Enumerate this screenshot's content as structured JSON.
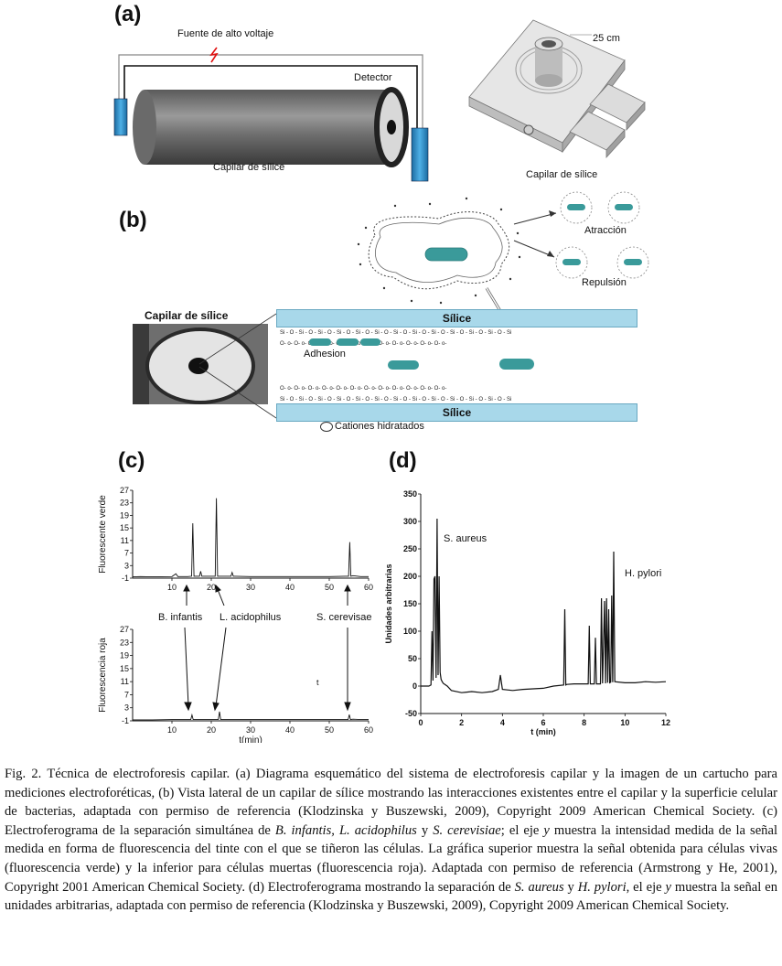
{
  "panels": {
    "a": {
      "label": "(a)",
      "hv_source": "Fuente de alto voltaje",
      "detector": "Detector",
      "capillary": "Capilar de sílice",
      "length": "25 cm",
      "cartridge_capillary": "Capilar de sílice"
    },
    "b": {
      "label": "(b)",
      "attraction": "Atracción",
      "repulsion": "Repulsión",
      "capillary_title": "Capilar de sílice",
      "silica_top": "Sílice",
      "silica_bottom": "Sílice",
      "adhesion": "Adhesion",
      "hydrated_cations": "Cationes hidratados"
    },
    "c": {
      "label": "(c)",
      "annotations": [
        "B. infantis",
        "L. acidophilus",
        "S. cerevisae"
      ],
      "stray_mark": "t"
    },
    "d": {
      "label": "(d)",
      "annotations": [
        "S. aureus",
        "H. pylori"
      ]
    }
  },
  "chart_data": [
    {
      "type": "line",
      "title": "",
      "xlabel": "",
      "ylabel": "Fluorescente verde",
      "xlim": [
        0,
        60
      ],
      "ylim": [
        -1,
        27
      ],
      "xticks": [
        10,
        20,
        30,
        40,
        50,
        60
      ],
      "yticks": [
        -1,
        3,
        7,
        11,
        15,
        19,
        23,
        27
      ],
      "series": [
        {
          "x": [
            0,
            2,
            5,
            10,
            11,
            11.5,
            12,
            14,
            15,
            15.3,
            15.6,
            16,
            17,
            17.3,
            17.6,
            19,
            21,
            21.3,
            21.6,
            22,
            24,
            25,
            25.3,
            25.6,
            26,
            30,
            35,
            40,
            45,
            50,
            54,
            54.9,
            55.2,
            55.5,
            56,
            58,
            60
          ],
          "y": [
            -0.6,
            -0.5,
            -0.6,
            -0.5,
            0.4,
            -0.5,
            -0.5,
            -0.5,
            -0.4,
            16.5,
            -0.4,
            -0.4,
            -0.4,
            1.2,
            -0.4,
            -0.4,
            -0.4,
            24.5,
            -0.4,
            -0.4,
            -0.4,
            -0.4,
            0.8,
            -0.4,
            -0.4,
            -0.5,
            -0.5,
            -0.5,
            -0.5,
            -0.5,
            -0.4,
            -0.4,
            10.5,
            -0.4,
            -0.2,
            -0.5,
            -0.5
          ]
        }
      ]
    },
    {
      "type": "line",
      "title": "",
      "xlabel": "t(min)",
      "ylabel": "Fluorescencia roja",
      "xlim": [
        0,
        60
      ],
      "ylim": [
        -1,
        27
      ],
      "xticks": [
        10,
        20,
        30,
        40,
        50,
        60
      ],
      "yticks": [
        -1,
        3,
        7,
        11,
        15,
        19,
        23,
        27
      ],
      "series": [
        {
          "x": [
            0,
            5,
            10,
            14.5,
            14.8,
            15.1,
            15.4,
            18,
            21.5,
            21.8,
            22.1,
            22.4,
            25,
            30,
            35,
            40,
            45,
            50,
            54,
            54.8,
            55.1,
            55.4,
            56,
            58,
            60
          ],
          "y": [
            -0.7,
            -0.7,
            -0.6,
            -0.6,
            -0.6,
            0.8,
            -0.6,
            -0.6,
            -0.6,
            -0.6,
            1.8,
            -0.6,
            -0.6,
            -0.6,
            -0.6,
            -0.6,
            -0.6,
            -0.6,
            -0.6,
            -0.6,
            0.9,
            -0.6,
            -0.5,
            -0.6,
            -0.6
          ]
        }
      ]
    },
    {
      "type": "line",
      "title": "",
      "xlabel": "t (min)",
      "ylabel": "Unidades arbitrarias",
      "xlim": [
        0,
        12
      ],
      "ylim": [
        -50,
        350
      ],
      "xticks": [
        0,
        2,
        4,
        6,
        8,
        10,
        12
      ],
      "yticks": [
        -50,
        0,
        50,
        100,
        150,
        200,
        250,
        300,
        350
      ],
      "series": [
        {
          "x": [
            0,
            0.4,
            0.5,
            0.55,
            0.6,
            0.65,
            0.7,
            0.75,
            0.8,
            0.85,
            0.9,
            0.95,
            1.0,
            1.05,
            1.1,
            1.3,
            1.5,
            2.0,
            2.5,
            3.0,
            3.5,
            3.8,
            3.9,
            4.0,
            4.5,
            5.0,
            5.5,
            6.0,
            6.5,
            7.0,
            7.05,
            7.1,
            7.15,
            7.5,
            8.0,
            8.2,
            8.25,
            8.3,
            8.5,
            8.55,
            8.6,
            8.8,
            8.85,
            8.9,
            9.0,
            9.05,
            9.1,
            9.15,
            9.2,
            9.25,
            9.3,
            9.35,
            9.4,
            9.45,
            9.5,
            10,
            10.5,
            11,
            11.5,
            12
          ],
          "y": [
            0,
            0,
            2,
            100,
            10,
            195,
            200,
            15,
            305,
            20,
            200,
            25,
            12,
            8,
            5,
            0,
            -8,
            -12,
            -10,
            -12,
            -10,
            -6,
            20,
            -6,
            -8,
            -6,
            -5,
            -4,
            0,
            2,
            140,
            2,
            3,
            4,
            4,
            4,
            110,
            4,
            4,
            88,
            4,
            4,
            160,
            5,
            155,
            5,
            160,
            6,
            140,
            6,
            7,
            165,
            7,
            245,
            8,
            6,
            6,
            8,
            7,
            8
          ]
        }
      ]
    }
  ],
  "caption": {
    "p1": "Fig. 2. Técnica de electroforesis capilar. (a) Diagrama esquemático del sistema de electroforesis capilar y la imagen de un cartucho para mediciones electroforéticas, (b) Vista lateral de un capilar de sílice mostrando las interacciones existentes entre el capilar y la superficie celular de bacterias, adaptada con permiso de referencia (Klodzinska y Buszewski, 2009), Copyright 2009 American Chemical Society. (c) Electroferograma de la separación simultánea de ",
    "sp1": "B. infantis, L. acidophilus",
    "p2": " y ",
    "sp2": "S. cerevisiae",
    "p3": "; el eje ",
    "y1": "y",
    "p4": " muestra la intensidad medida de la señal medida en forma de fluorescencia del tinte con el que se tiñeron las células. La gráfica superior muestra la señal obtenida para células vivas (fluorescencia verde) y la inferior para células muertas (fluorescencia roja). Adaptada con permiso de referencia (Armstrong y He, 2001), Copyright 2001 American Chemical Society. (d) Electroferograma mostrando la separación de ",
    "sp3": "S. aureus",
    "p5": " y ",
    "sp4": "H. pylori",
    "p6": ", el eje ",
    "y2": "y",
    "p7": " muestra la señal en unidades arbitrarias, adaptada con permiso de referencia (Klodzinska y Buszewski, 2009), Copyright 2009 American Chemical Society."
  },
  "colors": {
    "line": "#111111",
    "cyan_tube": "#2a8fc9",
    "silica_band": "#a8d8ea",
    "bacteria": "#3a9a9a",
    "capillary_gray": "#6e6e6e"
  }
}
